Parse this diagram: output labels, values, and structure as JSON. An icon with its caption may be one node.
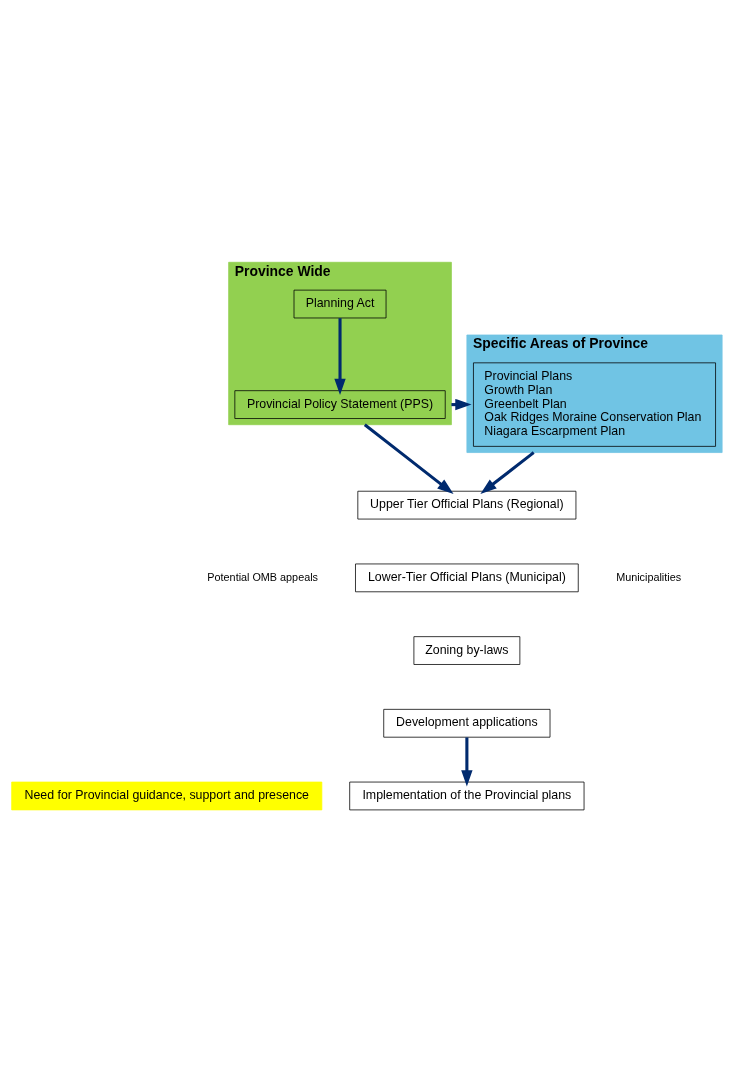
{
  "diagram": {
    "nodes": [
      {
        "text": [
          "Province Wide"
        ]
      },
      {
        "text": [
          "Planning Act"
        ],
        "in": 0
      },
      {
        "text": [
          "Provincial Policy Statement (PPS)"
        ],
        "in": 0
      },
      {
        "text": [
          "Specific Areas of Province"
        ]
      },
      {
        "text": [
          "Provincial Plans",
          "Growth Plan",
          "Greenbelt Plan",
          "Oak Ridges Moraine Conservation Plan",
          "Niagara Escarpment Plan"
        ],
        "in": 3
      },
      {
        "text": [
          "Upper Tier Official Plans (Regional)"
        ]
      },
      {
        "text": [
          "Lower-Tier Official Plans (Municipal)"
        ]
      },
      {
        "text": [
          "Zoning by-laws"
        ]
      },
      {
        "text": [
          "Development applications"
        ]
      },
      {
        "text": [
          "Need for Provincial guidance, support and presence"
        ]
      },
      {
        "text": [
          "Implementation of the Provincial plans"
        ]
      }
    ],
    "edges": [
      {
        "from": 1,
        "to": 2,
        "arrow": "to"
      },
      {
        "from": 0,
        "to": 3,
        "arrow": "to"
      },
      {
        "from": 0,
        "to": 5,
        "arrow": "to"
      },
      {
        "from": 3,
        "to": 5,
        "arrow": "to"
      },
      {
        "from": 8,
        "to": 10,
        "arrow": "to"
      }
    ],
    "labels": [
      "Potential OMB appeals",
      "Municipalities"
    ]
  }
}
